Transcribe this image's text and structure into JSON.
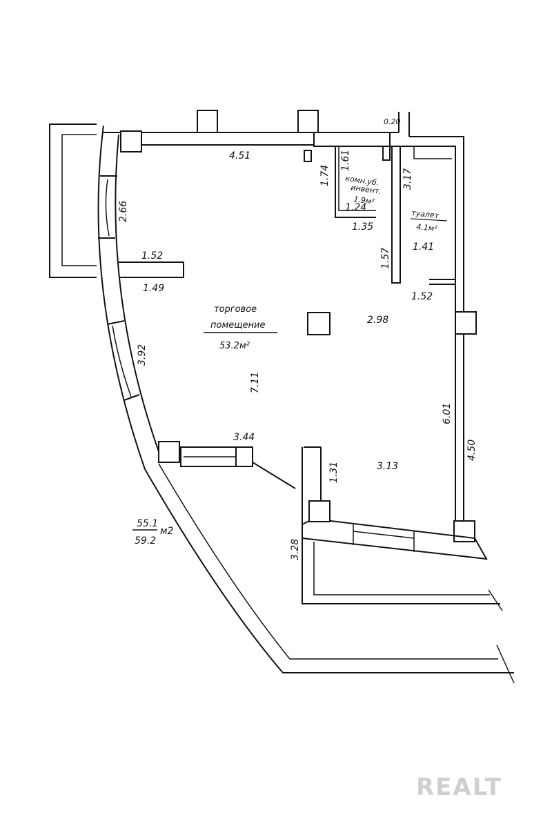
{
  "rooms": {
    "main_name_line1": "торговое",
    "main_name_line2": "помещение",
    "main_area": "53.2м²",
    "storage_name_line1": "комн.уб.",
    "storage_name_line2": "инвент.",
    "storage_area": "1.9м²",
    "wc_name": "туалет",
    "wc_area": "4.1м²"
  },
  "total_area": {
    "net": "55.1",
    "gross": "59.2",
    "unit": "м2"
  },
  "dimensions": {
    "top_wall": "4.51",
    "gap": "0.20",
    "d_1_74": "1.74",
    "d_1_61": "1.61",
    "d_1_24": "1.24",
    "d_1_35": "1.35",
    "d_3_17": "3.17",
    "d_1_57": "1.57",
    "d_1_41": "1.41",
    "d_1_52_right": "1.52",
    "d_2_66": "2.66",
    "d_1_52_left": "1.52",
    "d_1_49": "1.49",
    "d_2_98": "2.98",
    "d_3_92": "3.92",
    "d_7_11": "7.11",
    "d_6_01": "6.01",
    "d_4_50": "4.50",
    "d_3_44": "3.44",
    "d_1_31": "1.31",
    "d_3_13": "3.13",
    "d_3_28": "3.28"
  },
  "watermark": "REALT"
}
